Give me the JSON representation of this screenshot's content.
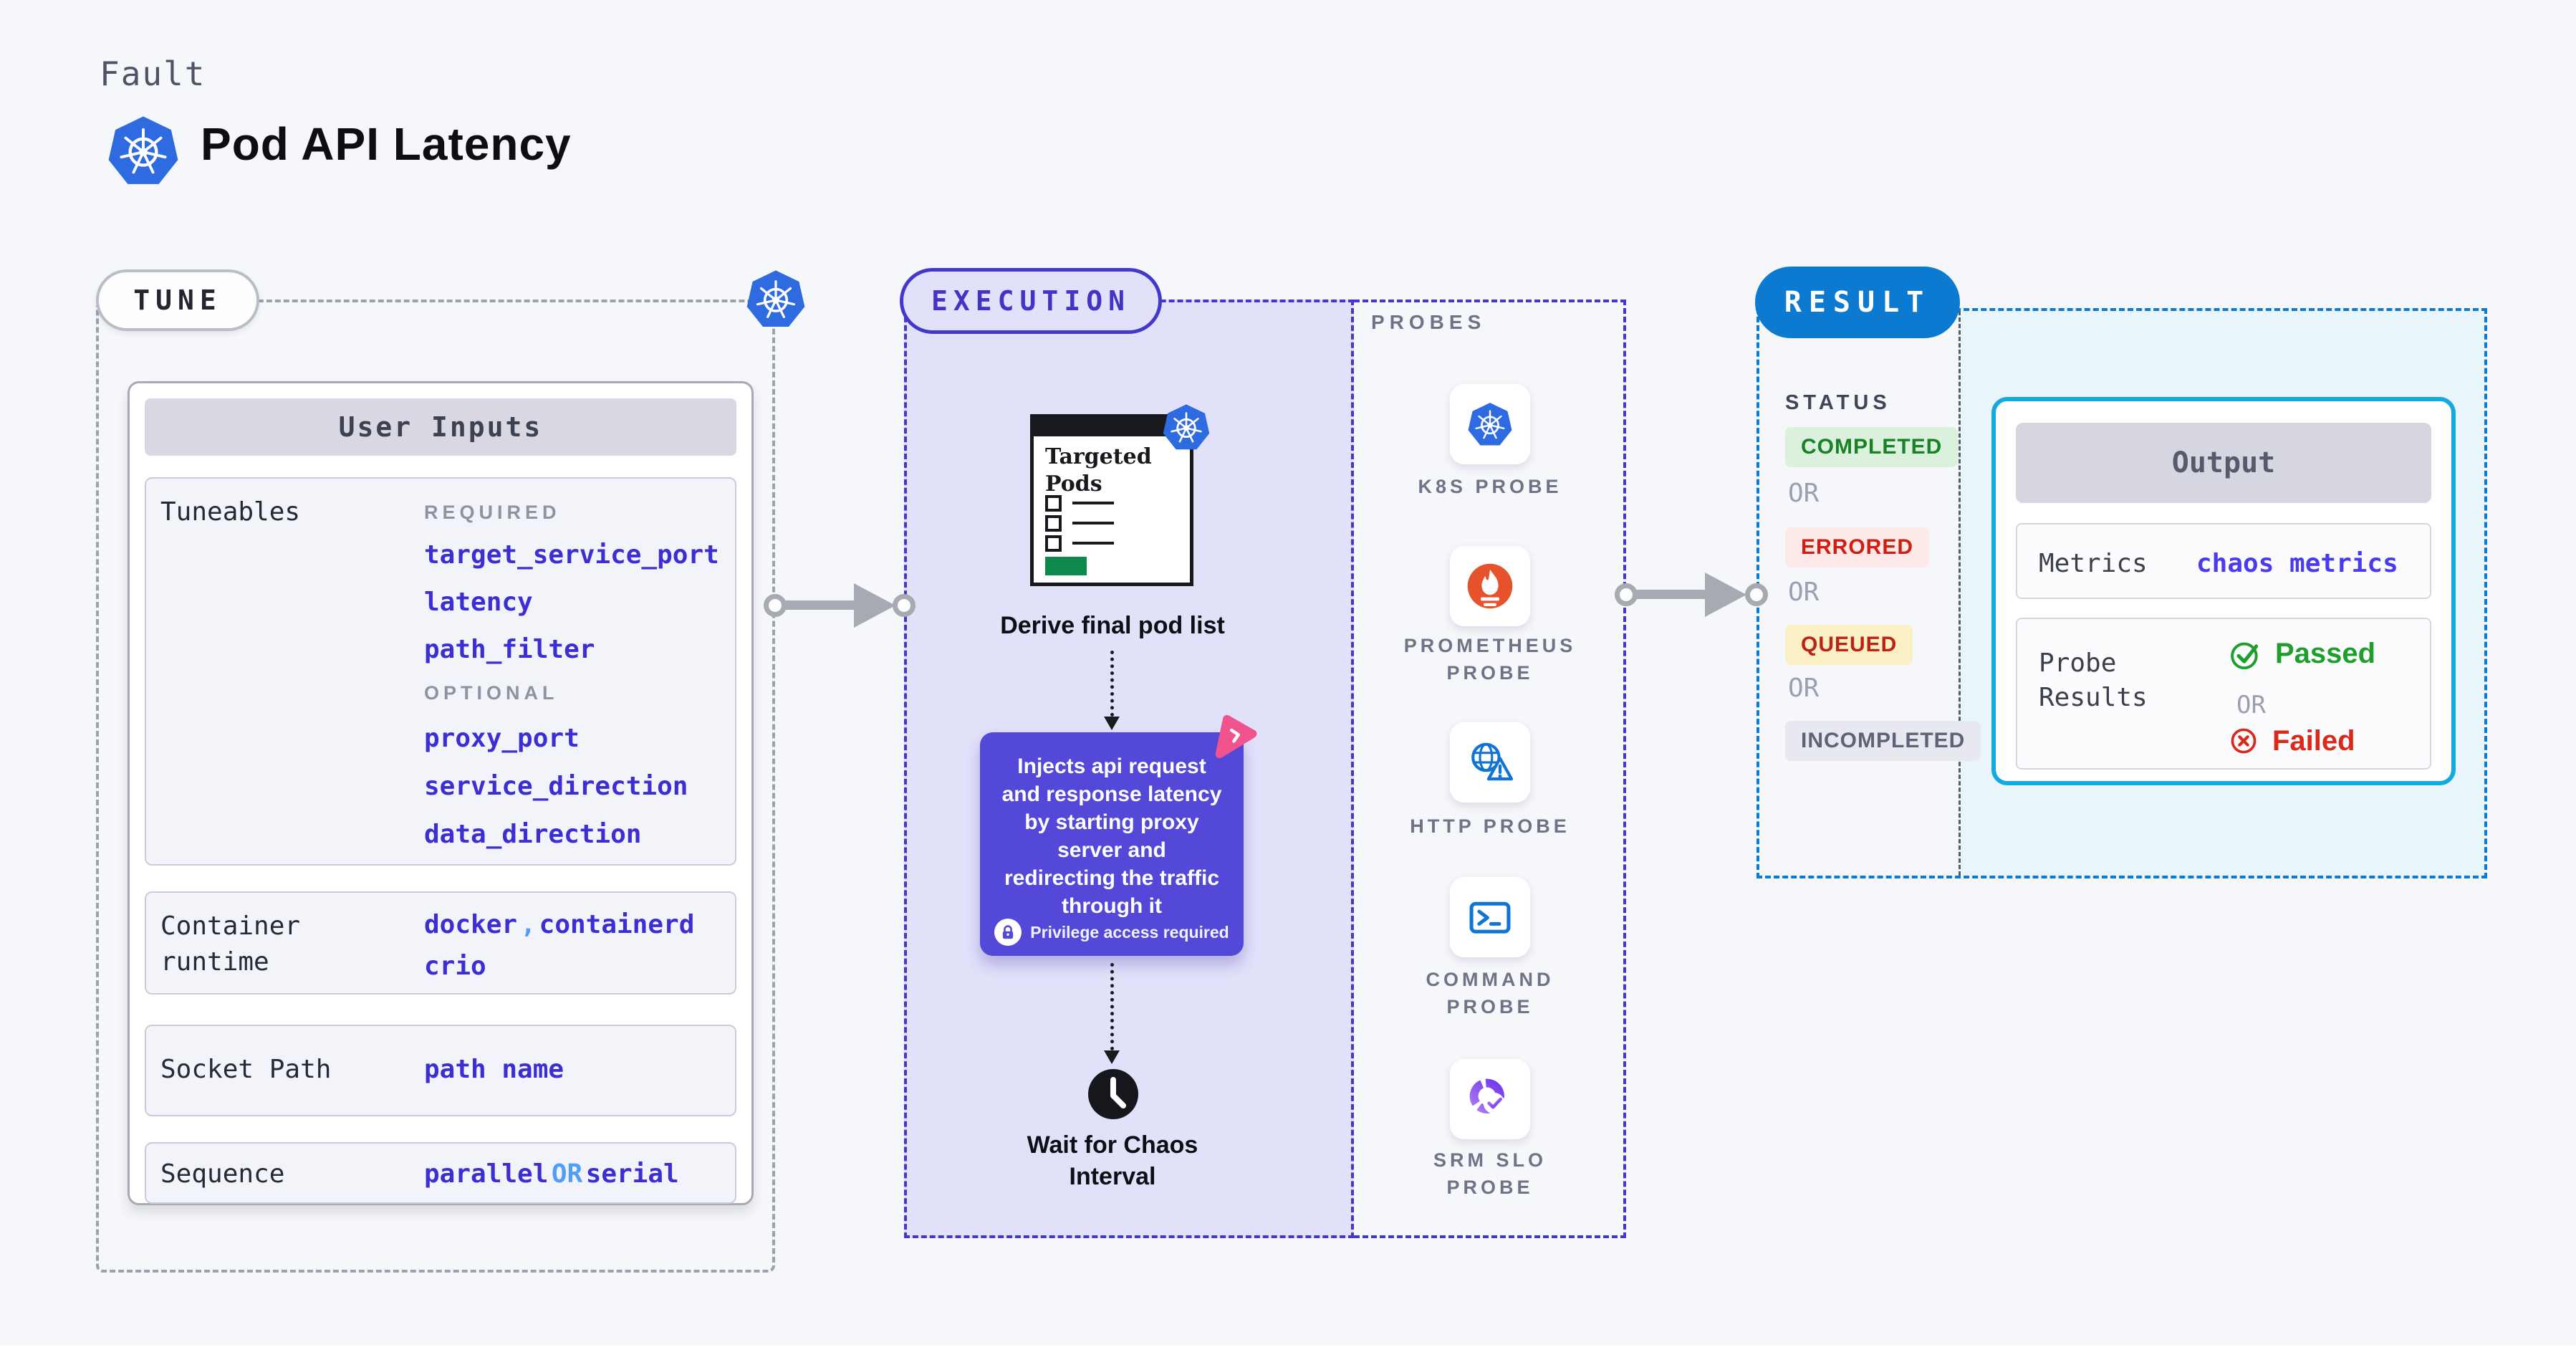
{
  "header": {
    "kicker": "Fault",
    "title": "Pod API Latency",
    "logo_icon": "kubernetes-icon"
  },
  "tune": {
    "label": "TUNE",
    "user_inputs_title": "User Inputs",
    "tuneables_label": "Tuneables",
    "required_label": "REQUIRED",
    "required_items": [
      "target_service_port",
      "latency",
      "path_filter"
    ],
    "optional_label": "OPTIONAL",
    "optional_items": [
      "proxy_port",
      "service_direction",
      "data_direction"
    ],
    "container_runtime_label": "Container runtime",
    "container_runtime_v1": "docker",
    "container_runtime_sep": ",",
    "container_runtime_v2": "containerd",
    "container_runtime_v3": "crio",
    "socket_path_label": "Socket Path",
    "socket_path_value": "path name",
    "sequence_label": "Sequence",
    "sequence_v1": "parallel",
    "sequence_or": "OR",
    "sequence_v2": "serial"
  },
  "execution": {
    "label": "EXECUTION",
    "targeted_pods_title": "Targeted Pods",
    "derive_caption": "Derive final pod list",
    "inject_lines": [
      "Injects api request",
      "and response latency",
      "by starting proxy",
      "server and",
      "redirecting the traffic",
      "through it"
    ],
    "privilege_note": "Privilege access required",
    "wait_line1": "Wait for Chaos",
    "wait_line2": "Interval"
  },
  "probes": {
    "label": "PROBES",
    "items": [
      {
        "name": "K8S PROBE",
        "icon": "kubernetes-icon"
      },
      {
        "name": "PROMETHEUS\nPROBE",
        "icon": "prometheus-icon"
      },
      {
        "name": "HTTP PROBE",
        "icon": "http-globe-warning-icon"
      },
      {
        "name": "COMMAND\nPROBE",
        "icon": "terminal-icon"
      },
      {
        "name": "SRM SLO\nPROBE",
        "icon": "slo-donut-check-icon"
      }
    ]
  },
  "result": {
    "label": "RESULT",
    "status_label": "STATUS",
    "or_label": "OR",
    "statuses": [
      {
        "text": "COMPLETED",
        "fg": "#1a8128",
        "bg": "#daf1dc"
      },
      {
        "text": "ERRORED",
        "fg": "#d01f12",
        "bg": "#fdeae8"
      },
      {
        "text": "QUEUED",
        "fg": "#bb2413",
        "bg": "#faefc5"
      },
      {
        "text": "INCOMPLETED",
        "fg": "#5d6476",
        "bg": "#e8e9f0"
      }
    ],
    "output": {
      "title": "Output",
      "metrics_label": "Metrics",
      "metrics_value": "chaos metrics",
      "probe_results_label": "Probe Results",
      "passed_label": "Passed",
      "or_label": "OR",
      "failed_label": "Failed"
    }
  },
  "colors": {
    "page_bg": "#f6f7fb",
    "accent_violet": "#4238c9",
    "tune_value_blue": "#3b2ed3",
    "light_blue": "#4f9ef7",
    "result_blue": "#0c7ad0",
    "output_border_cyan": "#14aade",
    "inject_bg": "#5348d8",
    "passed_green": "#1e9e2a",
    "failed_red": "#d9291b",
    "prometheus_orange": "#e6522c",
    "kubernetes_blue": "#2f6be0",
    "pink_marker": "#f0548f",
    "green_bar": "#0f8a4d"
  }
}
